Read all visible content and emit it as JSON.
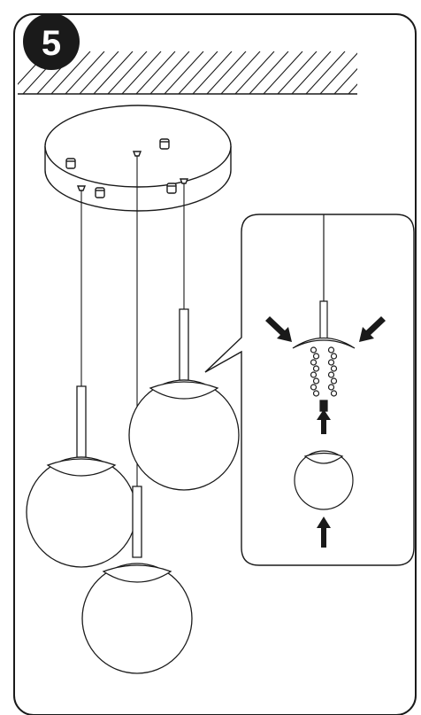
{
  "step": {
    "number": "5"
  },
  "colors": {
    "line": "#1a1a1a",
    "badge": "#1a1a1a",
    "background": "#ffffff"
  },
  "icons": [
    "ceiling-hatch",
    "canopy",
    "pendant-globe",
    "detail-callout",
    "push-arrow-icon",
    "bead-chain"
  ]
}
